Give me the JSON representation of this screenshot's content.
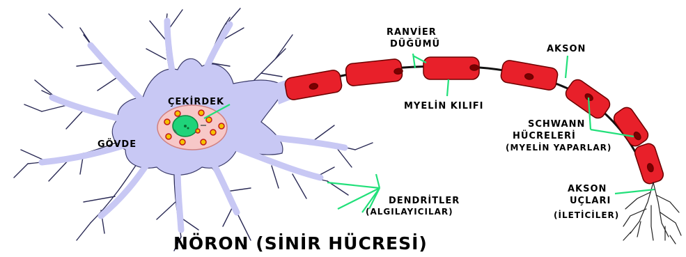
{
  "labels": {
    "ranvier_line1": "RANVİER",
    "ranvier_line2": "DÜĞÜMÜ",
    "akson": "AKSON",
    "cekirdek": "ÇEKİRDEK",
    "myelin_kilifi": "MYELİN KILIFI",
    "schwann_line1": "SCHWANN",
    "schwann_line2": "HÜCRELERİ",
    "schwann_line3": "(MYELİN YAPARLAR)",
    "govde": "GÖVDE",
    "akson_uclari_line1": "AKSON",
    "akson_uclari_line2": "UÇLARI",
    "akson_uclari_line3": "(İLETİCİLER)",
    "dendritler_line1": "DENDRİTLER",
    "dendritler_line2": "(ALGILAYICILAR)"
  },
  "title": "NÖRON (SİNİR HÜCRESİ)",
  "colors": {
    "cell_body": "#c8c8f4",
    "branch_outline": "#3a3a6a",
    "nucleus": "#f7c8c8",
    "nucleolus": "#1fd37a",
    "granule": "#f5c200",
    "myelin": "#e8202a",
    "pointer": "#22e07a",
    "axon_terminal": "#222222"
  }
}
